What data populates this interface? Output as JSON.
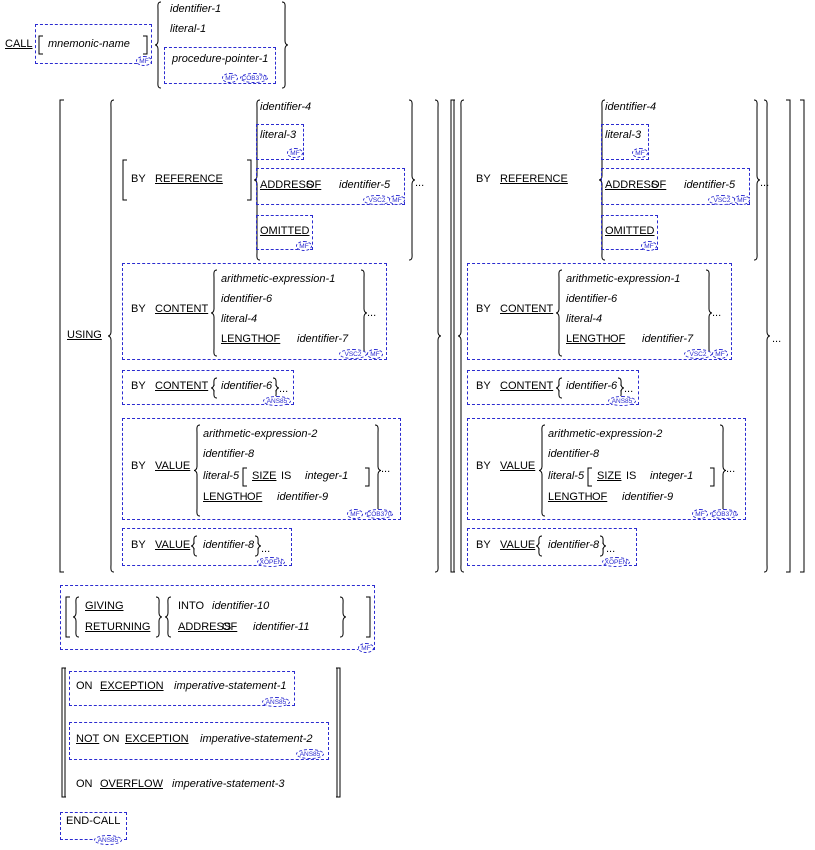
{
  "colors": {
    "ink": "#000000",
    "dialect_outline": "#2b2bd0"
  },
  "kw": {
    "call": "CALL",
    "by": "BY",
    "reference": "REFERENCE",
    "address": "ADDRESS",
    "of": "OF",
    "omitted": "OMITTED",
    "using": "USING",
    "content": "CONTENT",
    "length": "LENGTH",
    "value": "VALUE",
    "size": "SIZE",
    "is": "IS",
    "giving": "GIVING",
    "returning": "RETURNING",
    "into": "INTO",
    "on": "ON",
    "exception": "EXCEPTION",
    "not": "NOT",
    "overflow": "OVERFLOW",
    "end_call": "END-CALL"
  },
  "op": {
    "mnemonic_name": "mnemonic-name",
    "identifier_1": "identifier-1",
    "literal_1": "literal-1",
    "procedure_pointer_1": "procedure-pointer-1",
    "identifier_4": "identifier-4",
    "literal_3": "literal-3",
    "identifier_5": "identifier-5",
    "arithmetic_expression_1": "arithmetic-expression-1",
    "identifier_6": "identifier-6",
    "literal_4": "literal-4",
    "identifier_7": "identifier-7",
    "arithmetic_expression_2": "arithmetic-expression-2",
    "identifier_8": "identifier-8",
    "literal_5": "literal-5",
    "integer_1": "integer-1",
    "identifier_9": "identifier-9",
    "identifier_10": "identifier-10",
    "identifier_11": "identifier-11",
    "imperative_statement_1": "imperative-statement-1",
    "imperative_statement_2": "imperative-statement-2",
    "imperative_statement_3": "imperative-statement-3"
  },
  "ellipsis": "...",
  "badge": {
    "mf": "MF",
    "cob370": "COB370",
    "vsc2": "VSC2",
    "ans85": "ANS85",
    "xopen": "XOPEN"
  }
}
